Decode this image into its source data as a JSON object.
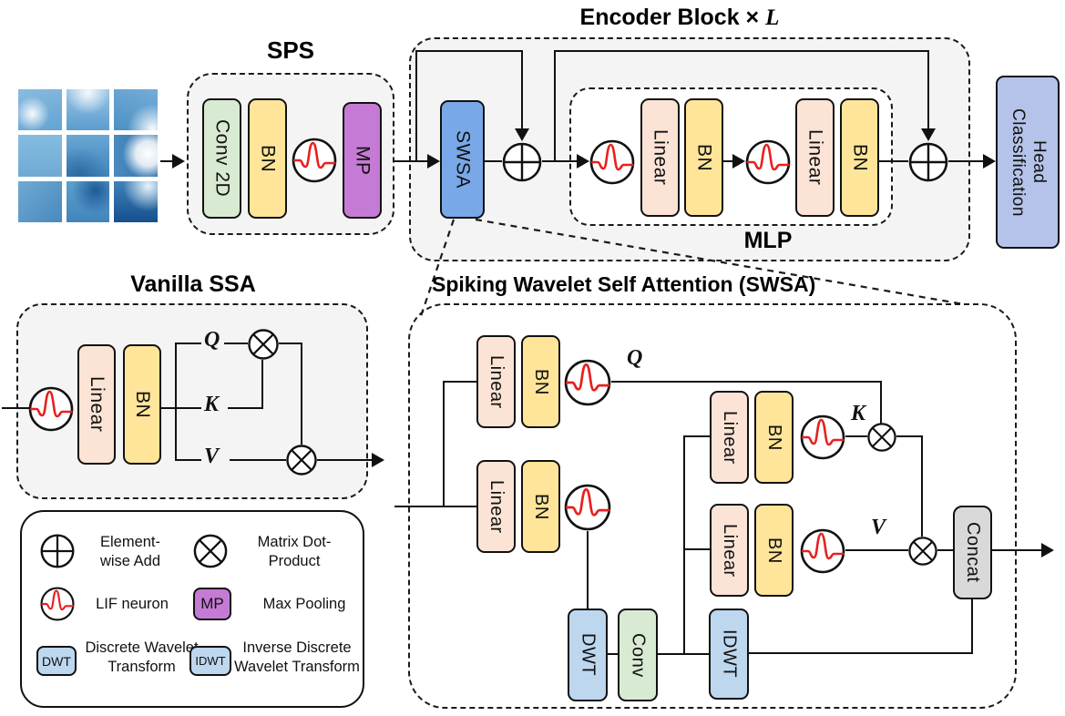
{
  "sps": {
    "title": "SPS",
    "conv": "Conv 2D",
    "bn": "BN",
    "mp": "MP"
  },
  "encoder": {
    "title_prefix": "Encoder Block ×",
    "title_var": "L",
    "swsa": "SWSA",
    "linear": "Linear",
    "bn": "BN",
    "mlp_label": "MLP",
    "classification_head": "Classification\nHead"
  },
  "vanilla": {
    "title": "Vanilla SSA",
    "linear": "Linear",
    "bn": "BN",
    "q": "Q",
    "k": "K",
    "v": "V"
  },
  "swsa": {
    "title": "Spiking Wavelet Self Attention (SWSA)",
    "linear": "Linear",
    "bn": "BN",
    "q": "Q",
    "k": "K",
    "v": "V",
    "dwt": "DWT",
    "conv": "Conv",
    "idwt": "IDWT",
    "concat": "Concat"
  },
  "legend": {
    "element_wise_add": "Element-wise Add",
    "matrix_dot_product": "Matrix Dot-Product",
    "lif_neuron": "LIF neuron",
    "mp_icon": "MP",
    "max_pooling": "Max Pooling",
    "dwt_icon": "DWT",
    "discrete_wavelet": "Discrete Wavelet Transform",
    "idwt_icon": "IDWT",
    "inverse_discrete_wavelet": "Inverse Discrete Wavelet Transform"
  },
  "colors": {
    "conv_green": "#d9ead3",
    "bn_yellow": "#ffe599",
    "mp_purple": "#c57bd5",
    "linear_peach": "#fbe4d5",
    "swsa_blue": "#79a8e8",
    "head_periwinkle": "#b5c3ea",
    "wavelet_blue": "#bdd7ee",
    "concat_gray": "#d9d9d9",
    "lif_spike_red": "#e8201f"
  }
}
